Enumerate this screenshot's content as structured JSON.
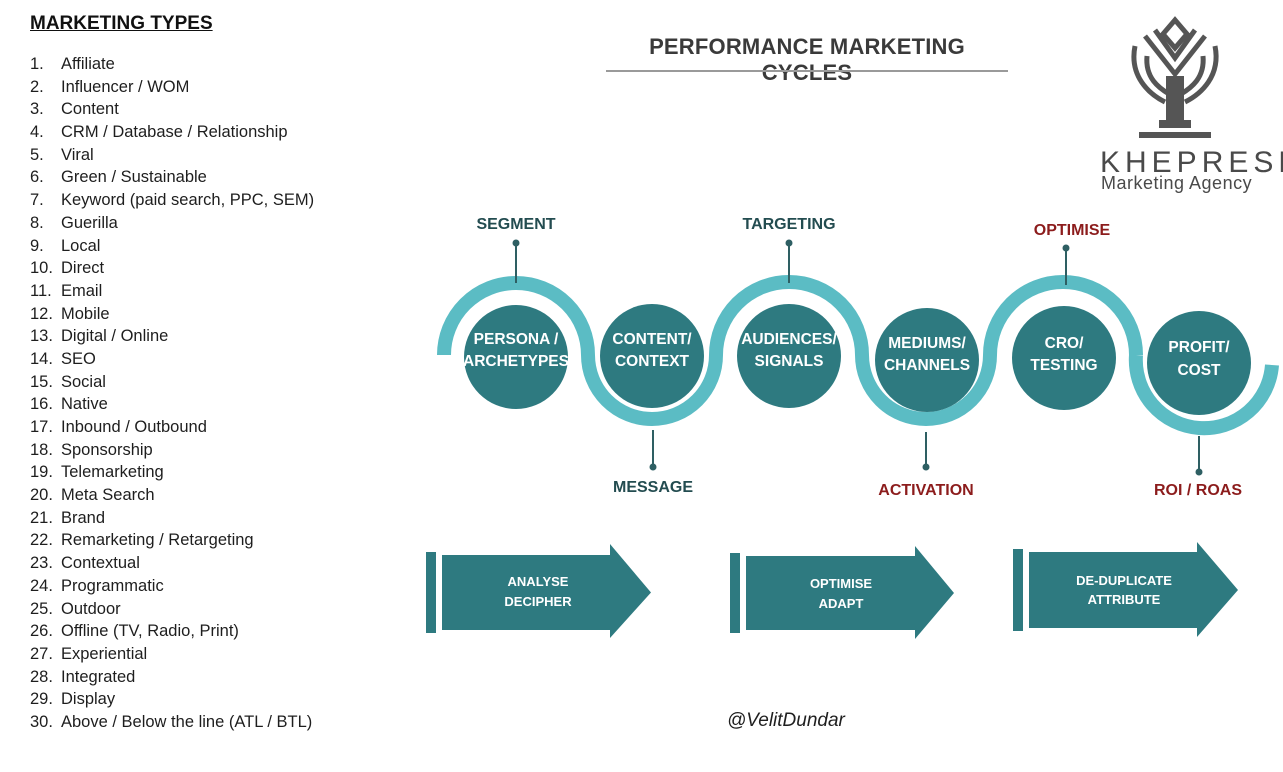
{
  "list": {
    "title": "MARKETING TYPES",
    "items": [
      {
        "num": "1.",
        "label": "Affiliate"
      },
      {
        "num": "2.",
        "label": "Influencer / WOM"
      },
      {
        "num": "3.",
        "label": "Content"
      },
      {
        "num": "4.",
        "label": "CRM / Database / Relationship"
      },
      {
        "num": "5.",
        "label": "Viral"
      },
      {
        "num": "6.",
        "label": "Green / Sustainable"
      },
      {
        "num": "7.",
        "label": "Keyword (paid search, PPC, SEM)"
      },
      {
        "num": "8.",
        "label": "Guerilla"
      },
      {
        "num": "9.",
        "label": "Local"
      },
      {
        "num": "10.",
        "label": "Direct"
      },
      {
        "num": "11.",
        "label": "Email"
      },
      {
        "num": "12.",
        "label": "Mobile"
      },
      {
        "num": "13.",
        "label": "Digital / Online"
      },
      {
        "num": "14.",
        "label": "SEO"
      },
      {
        "num": "15.",
        "label": "Social"
      },
      {
        "num": "16.",
        "label": "Native"
      },
      {
        "num": "17.",
        "label": "Inbound / Outbound"
      },
      {
        "num": "18.",
        "label": "Sponsorship"
      },
      {
        "num": "19.",
        "label": "Telemarketing"
      },
      {
        "num": "20.",
        "label": "Meta Search"
      },
      {
        "num": "21.",
        "label": "Brand"
      },
      {
        "num": "22.",
        "label": "Remarketing / Retargeting"
      },
      {
        "num": "23.",
        "label": "Contextual"
      },
      {
        "num": "24.",
        "label": "Programmatic"
      },
      {
        "num": "25.",
        "label": "Outdoor"
      },
      {
        "num": "26.",
        "label": "Offline (TV, Radio, Print)"
      },
      {
        "num": "27.",
        "label": "Experiential"
      },
      {
        "num": "28.",
        "label": "Integrated"
      },
      {
        "num": "29.",
        "label": "Display"
      },
      {
        "num": "30.",
        "label": "Above / Below the line (ATL / BTL)"
      }
    ]
  },
  "diagram": {
    "title": "PERFORMANCE MARKETING CYCLES",
    "colors": {
      "teal": "#2e7a80",
      "light_teal": "#5bbcc4",
      "red": "#8c1c1c",
      "dark_teal_text": "#234c50"
    },
    "nodes": [
      {
        "id": "persona",
        "lines": [
          "PERSONA /",
          "ARCHETYPES"
        ]
      },
      {
        "id": "content",
        "lines": [
          "CONTENT/",
          "CONTEXT"
        ]
      },
      {
        "id": "audiences",
        "lines": [
          "AUDIENCES/",
          "SIGNALS"
        ]
      },
      {
        "id": "mediums",
        "lines": [
          "MEDIUMS/",
          "CHANNELS"
        ]
      },
      {
        "id": "cro",
        "lines": [
          "CRO/",
          "TESTING"
        ]
      },
      {
        "id": "profit",
        "lines": [
          "PROFIT/",
          "COST"
        ]
      }
    ],
    "callouts": [
      {
        "id": "segment",
        "label": "SEGMENT",
        "tone": "teal"
      },
      {
        "id": "message",
        "label": "MESSAGE",
        "tone": "teal"
      },
      {
        "id": "targeting",
        "label": "TARGETING",
        "tone": "teal"
      },
      {
        "id": "activation",
        "label": "ACTIVATION",
        "tone": "red"
      },
      {
        "id": "optimise",
        "label": "OPTIMISE",
        "tone": "red"
      },
      {
        "id": "roi",
        "label": "ROI / ROAS",
        "tone": "red"
      }
    ],
    "arrows": [
      {
        "id": "analyse",
        "lines": [
          "ANALYSE",
          "DECIPHER"
        ]
      },
      {
        "id": "optimise-adapt",
        "lines": [
          "OPTIMISE",
          "ADAPT"
        ]
      },
      {
        "id": "dedup",
        "lines": [
          "DE-DUPLICATE",
          "ATTRIBUTE"
        ]
      }
    ]
  },
  "brand": {
    "name": "KHEPRESH",
    "sub": "Marketing Agency",
    "logo_icon": "khepresh-emblem-icon"
  },
  "credit": "@VelitDundar"
}
